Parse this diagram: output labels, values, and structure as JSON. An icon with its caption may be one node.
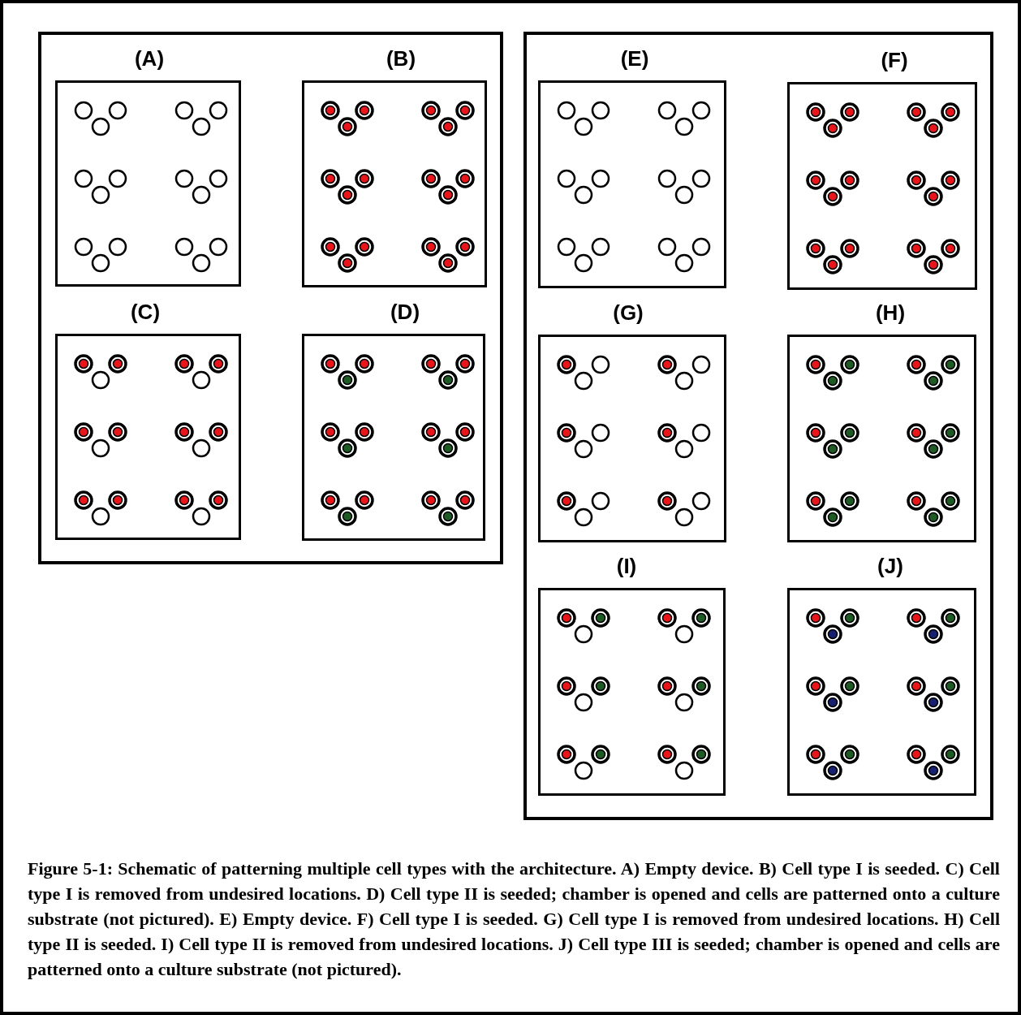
{
  "diagram": {
    "caption": "Figure 5-1: Schematic of patterning multiple cell types with the architecture. A) Empty device. B) Cell type I is seeded. C) Cell type I is removed from undesired locations. D) Cell type II is seeded; chamber is opened and cells are patterned onto a culture substrate (not pictured). E) Empty device. F) Cell type I is seeded. G) Cell type I is removed from undesired locations. H) Cell type II is seeded. I) Cell type II is removed from undesired locations. J) Cell type III is seeded; chamber is opened and cells are patterned onto a culture substrate (not pictured).",
    "nodes": [
      {
        "text": [],
        "shape": "box"
      },
      {
        "text": [
          "(A)"
        ],
        "in": 0
      },
      {
        "text": [
          "(B)"
        ],
        "in": 0
      },
      {
        "text": [
          "(C)"
        ],
        "in": 0
      },
      {
        "text": [
          "(D)"
        ],
        "in": 0
      },
      {
        "text": [],
        "shape": "box"
      },
      {
        "text": [
          "(E)"
        ],
        "in": 5
      },
      {
        "text": [
          "(F)"
        ],
        "in": 5
      },
      {
        "text": [
          "(G)"
        ],
        "in": 5
      },
      {
        "text": [
          "(H)"
        ],
        "in": 5
      },
      {
        "text": [
          "(I)"
        ],
        "in": 5
      },
      {
        "text": [
          "(J)"
        ],
        "in": 5
      }
    ]
  }
}
